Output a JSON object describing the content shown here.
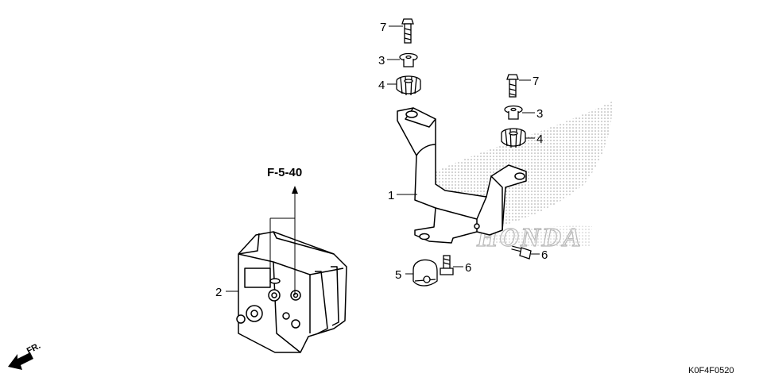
{
  "reference": "F-5-40",
  "diagram_code": "K0F4F0520",
  "direction": "FR.",
  "watermark": "HONDA",
  "callouts": {
    "c1": "1",
    "c2": "2",
    "c3a": "3",
    "c3b": "3",
    "c4a": "4",
    "c4b": "4",
    "c5": "5",
    "c6a": "6",
    "c6b": "6",
    "c7a": "7",
    "c7b": "7"
  }
}
